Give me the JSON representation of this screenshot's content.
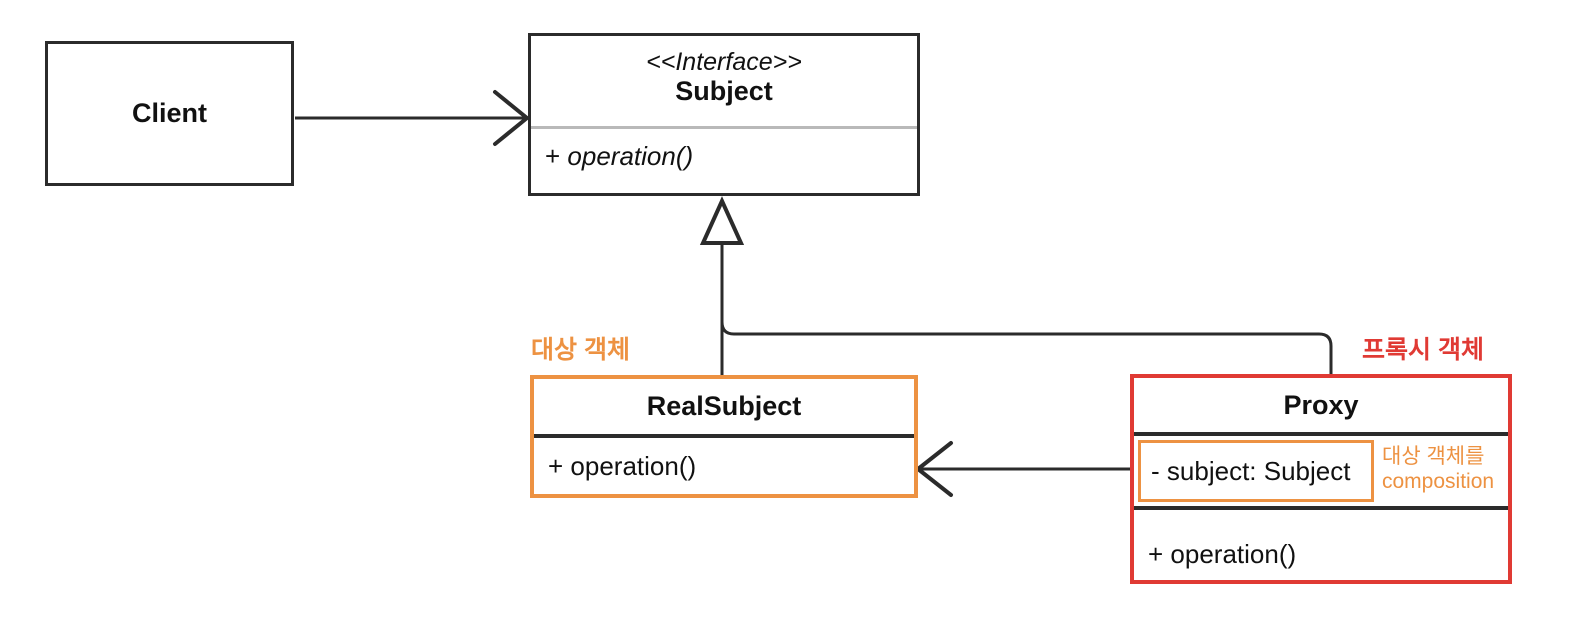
{
  "diagram": {
    "title": "Proxy Pattern UML Class Diagram",
    "colors": {
      "outline": "#2b2b2b",
      "orange": "#ed9242",
      "red": "#e03a34",
      "separator_light": "#b9b9b9",
      "background": "#ffffff"
    }
  },
  "classes": {
    "client": {
      "name": "Client",
      "border_color": "#2b2b2b"
    },
    "subject": {
      "stereotype": "<<Interface>>",
      "name": "Subject",
      "operations": [
        {
          "visibility": "+",
          "signature": "operation()",
          "italic": true
        }
      ],
      "border_color": "#2b2b2b"
    },
    "realsubject": {
      "name": "RealSubject",
      "operations": [
        {
          "visibility": "+",
          "signature": "operation()",
          "italic": false
        }
      ],
      "border_color": "#ed9242"
    },
    "proxy": {
      "name": "Proxy",
      "attributes": [
        {
          "visibility": "-",
          "signature": "subject: Subject",
          "highlighted": true
        }
      ],
      "operations": [
        {
          "visibility": "+",
          "signature": "operation()",
          "italic": false
        }
      ],
      "border_color": "#e03a34"
    }
  },
  "annotations": {
    "realsubject_label": "대상 객체",
    "proxy_label": "프록시 객체",
    "composition_note_line1": "대상 객체를",
    "composition_note_line2": "composition"
  },
  "relationships": [
    {
      "id": "client-to-subject",
      "from": "Client",
      "to": "Subject",
      "type": "association",
      "arrowhead": "open"
    },
    {
      "id": "realsubject-implements-subject",
      "from": "RealSubject",
      "to": "Subject",
      "type": "realization",
      "arrowhead": "hollow-triangle"
    },
    {
      "id": "proxy-implements-subject",
      "from": "Proxy",
      "to": "Subject",
      "type": "realization",
      "arrowhead": "hollow-triangle"
    },
    {
      "id": "proxy-to-realsubject",
      "from": "Proxy",
      "to": "RealSubject",
      "type": "association",
      "arrowhead": "open"
    }
  ]
}
